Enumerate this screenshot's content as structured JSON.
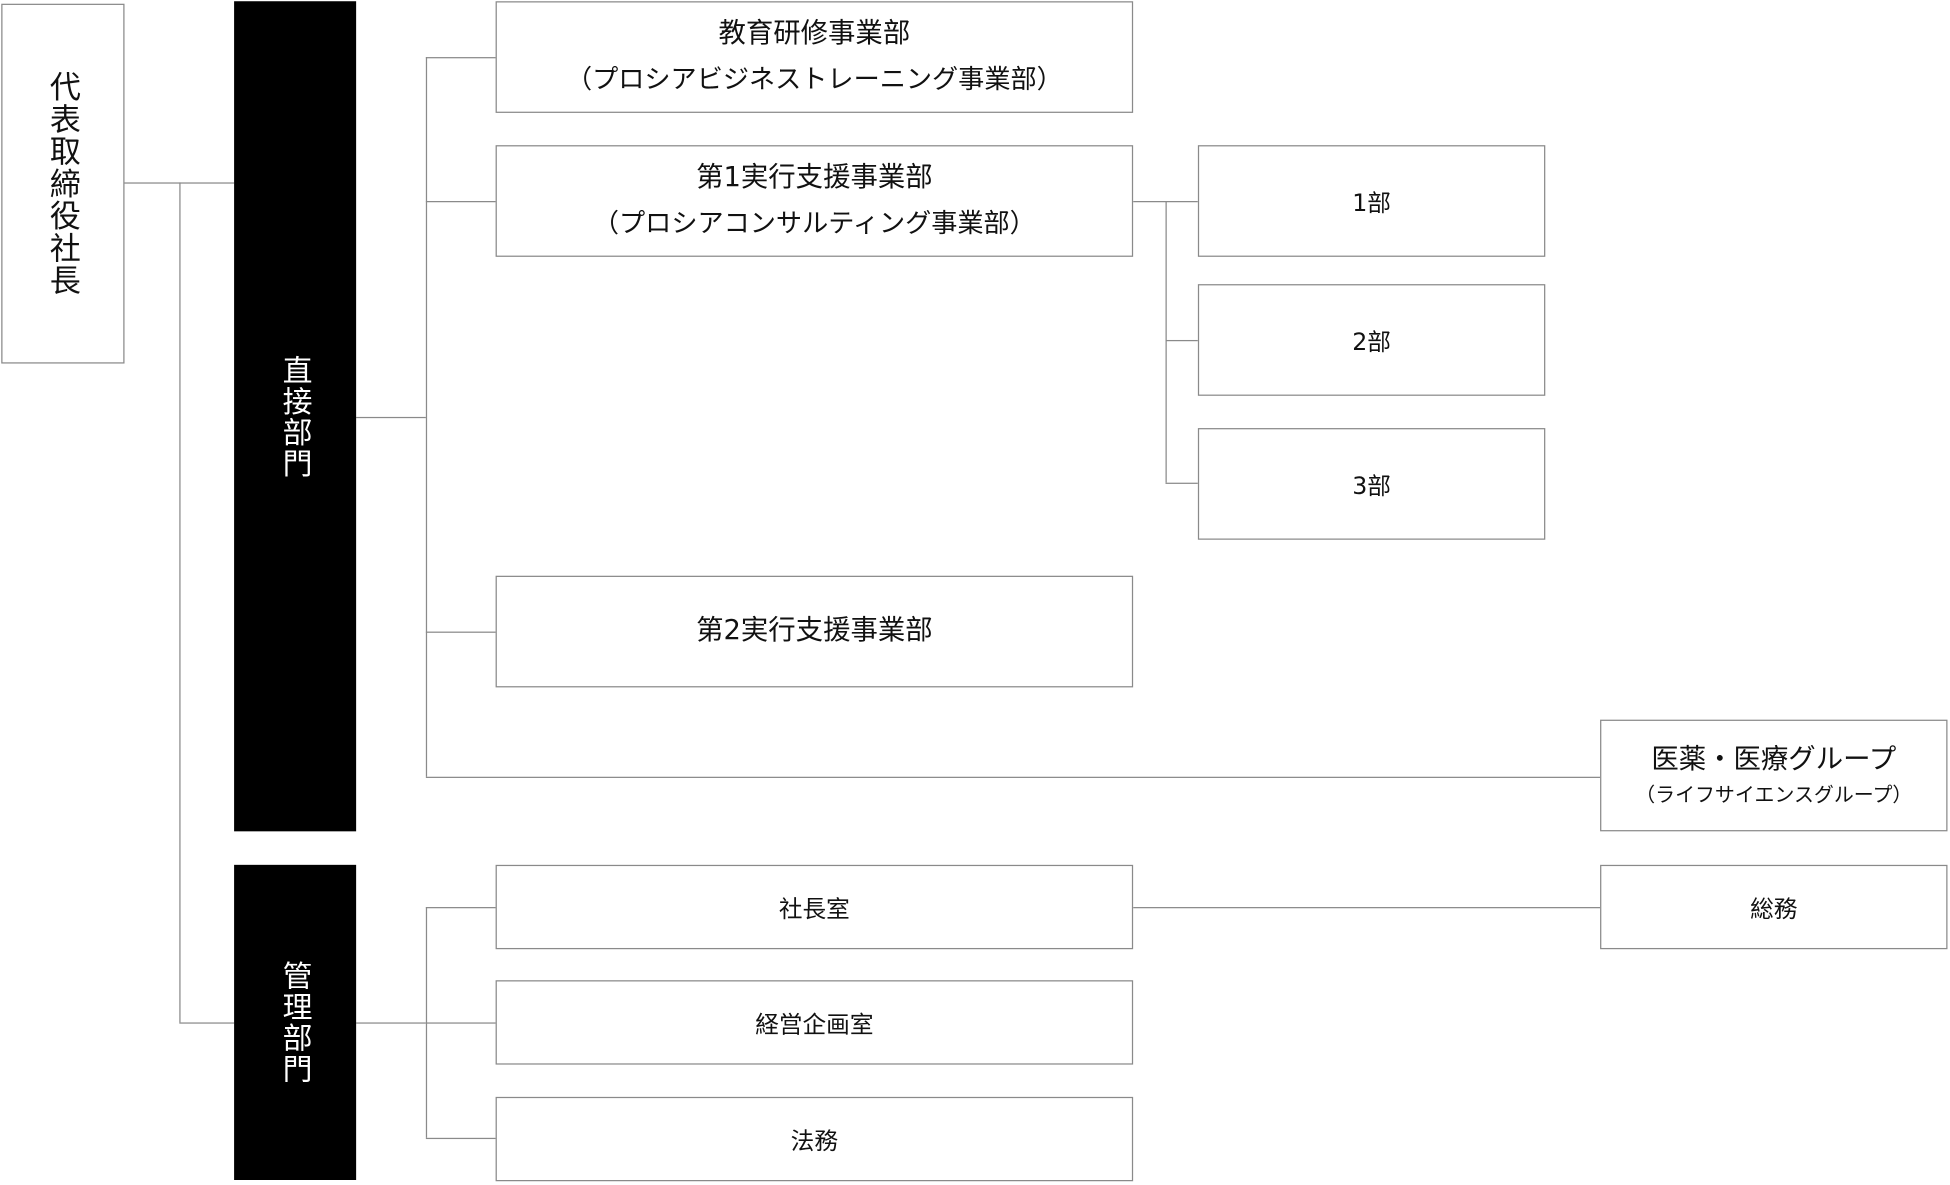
{
  "ceo": "代表取締役社長",
  "direct_dept": "直接部門",
  "admin_dept": "管理部門",
  "training": {
    "line1": "教育研修事業部",
    "line2": "（プロシアビジネストレーニング事業部）"
  },
  "exec1": {
    "line1": "第1実行支援事業部",
    "line2": "（プロシアコンサルティング事業部）"
  },
  "exec2": "第2実行支援事業部",
  "sub_units": [
    "1部",
    "2部",
    "3部"
  ],
  "lifescience": {
    "line1": "医薬・医療グループ",
    "line2": "（ライフサイエンスグループ）"
  },
  "admin_units": [
    "社長室",
    "経営企画室",
    "法務"
  ],
  "general_affairs": "総務"
}
